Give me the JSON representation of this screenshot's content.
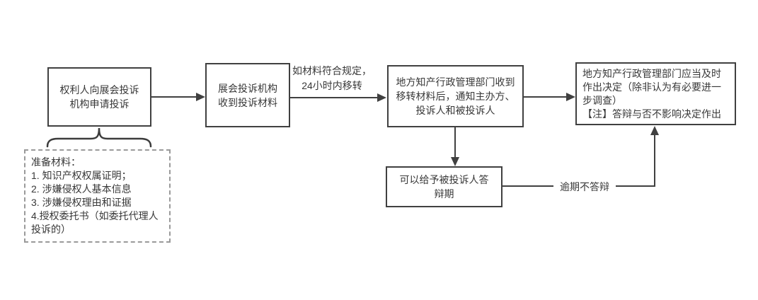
{
  "diagram": {
    "type": "flowchart",
    "language": "zh-CN",
    "colors": {
      "background": "#ffffff",
      "node_border": "#404040",
      "node_fill": "#ffffff",
      "text": "#383838",
      "note_border": "#9a9a9a",
      "connector": "#404040"
    },
    "nodes": [
      {
        "id": "apply",
        "label": "权利人向展会投诉\n机构申请投诉"
      },
      {
        "id": "receive",
        "label": "展会投诉机构\n收到投诉材料"
      },
      {
        "id": "authority",
        "label": "地方知产行政管理部门收到\n移转材料后，通知主办方、\n投诉人和被投诉人"
      },
      {
        "id": "decision",
        "label": "地方知产行政管理部门应当及时\n作出决定（除非认为有必要进一\n步调查）\n【注】答辩与否不影响决定作出"
      },
      {
        "id": "defense",
        "label": "可以给予被投诉人答\n辩期"
      }
    ],
    "note": {
      "label": "准备材料：\n1. 知识产权权属证明；\n2. 涉嫌侵权人基本信息\n3. 涉嫌侵权理由和证据\n4.授权委托书（如委托代理人\n投诉的）"
    },
    "edges": [
      {
        "from": "apply",
        "to": "receive",
        "label": ""
      },
      {
        "from": "receive",
        "to": "authority",
        "label": "如材料符合规定，\n24小时内移转"
      },
      {
        "from": "authority",
        "to": "decision",
        "label": ""
      },
      {
        "from": "authority",
        "to": "defense",
        "label": ""
      },
      {
        "from": "defense",
        "to": "decision",
        "label": "逾期不答辩"
      }
    ],
    "edge_labels": {
      "transfer": "如材料符合规定，\n24小时内移转",
      "overdue": "逾期不答辩"
    }
  }
}
